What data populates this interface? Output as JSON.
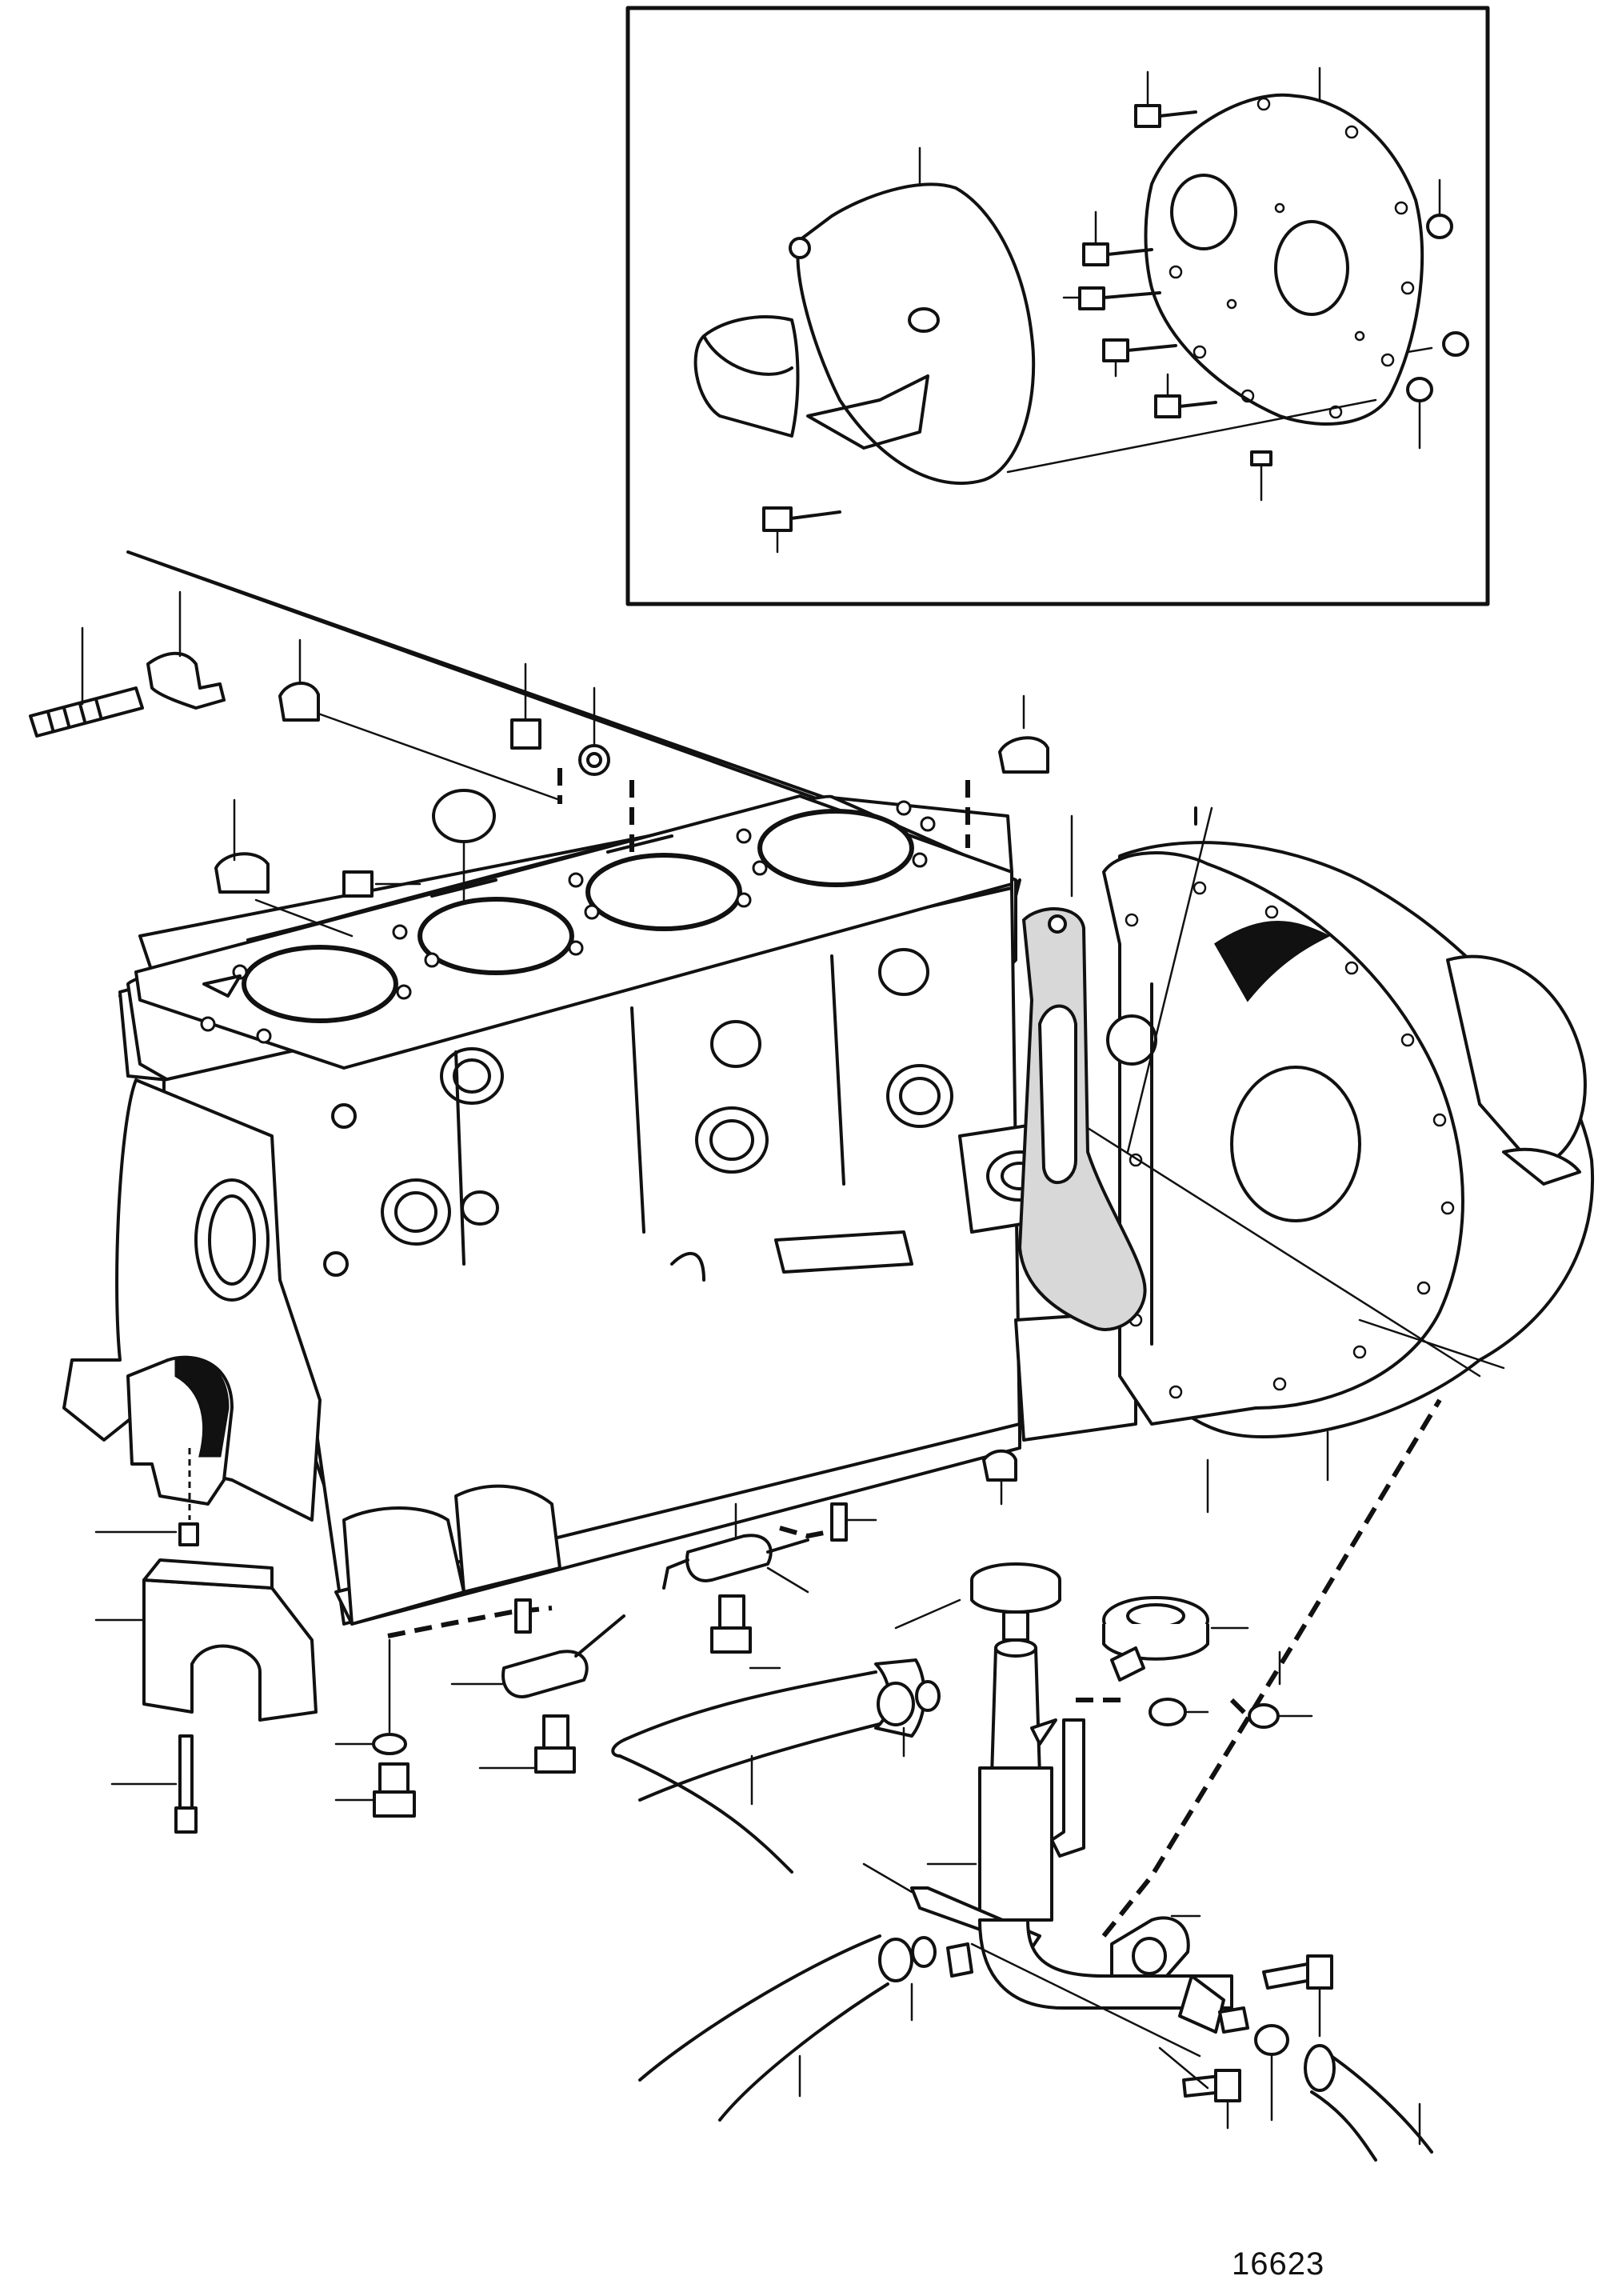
{
  "figure": {
    "reference_number": "16623"
  },
  "components": [
    "flywheel-housing-inset",
    "adapter-plate-inset",
    "cylinder-block",
    "flywheel-housing",
    "housing-gasket",
    "main-bearing-cap",
    "oil-dipstick-tube",
    "oil-hoses",
    "drain-fittings",
    "core-plugs",
    "coolant-fittings"
  ]
}
